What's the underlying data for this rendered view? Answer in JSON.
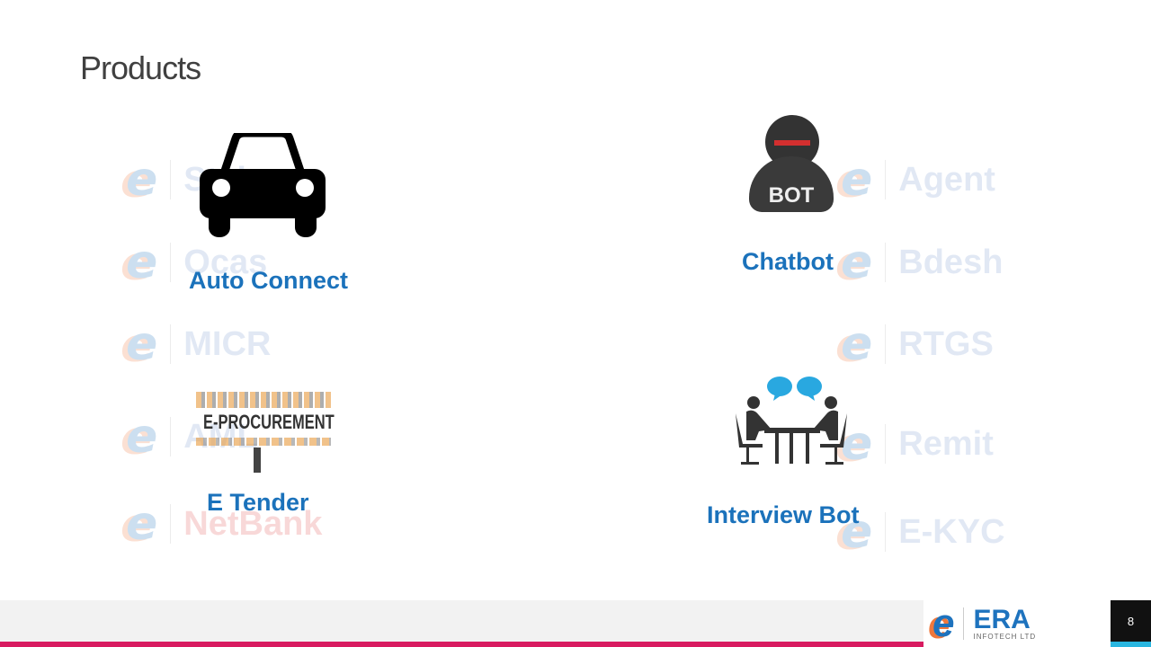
{
  "title": "Products",
  "background_logos_left": [
    "Stelar",
    "Ocas",
    "MICR",
    "AML",
    "NetBank"
  ],
  "background_logos_right": [
    "Agent",
    "Bdesh",
    "RTGS",
    "Remit",
    "E-KYC"
  ],
  "products": [
    {
      "label": "Auto Connect",
      "icon": "car-icon"
    },
    {
      "label": "Chatbot",
      "icon": "bot-icon",
      "icon_text": "BOT"
    },
    {
      "label": "E Tender",
      "icon": "e-procurement-word-cloud",
      "icon_text": "E-PROCUREMENT"
    },
    {
      "label": "Interview Bot",
      "icon": "interview-icon"
    }
  ],
  "footer": {
    "brand": "ERA",
    "brand_sub": "INFOTECH LTD",
    "page_number": "8"
  },
  "colors": {
    "accent": "#1b72bb",
    "footer_bar": "#d81b60",
    "page_box": "#111111",
    "cyan": "#29b6e0"
  }
}
